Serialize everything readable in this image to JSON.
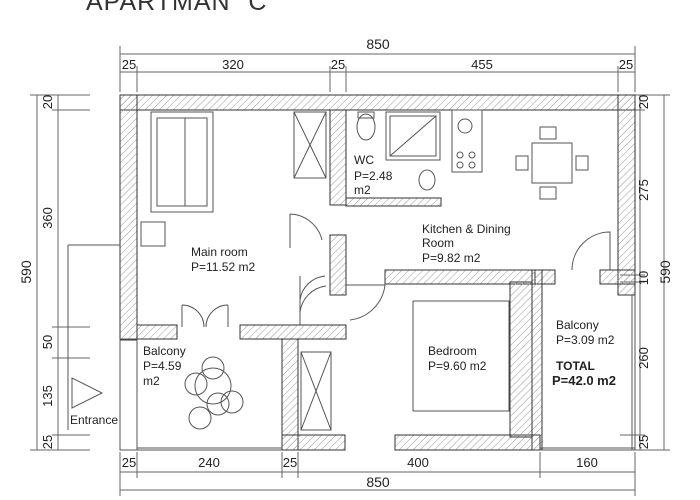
{
  "title": "APARTMAN \"C\"",
  "dims": {
    "top_total": "850",
    "top_segments": [
      "25",
      "320",
      "25",
      "455",
      "25"
    ],
    "bottom_total": "850",
    "bottom_segments": [
      "25",
      "240",
      "25",
      "400",
      "160"
    ],
    "left_total": "590",
    "left_segments": [
      "20",
      "360",
      "50",
      "135",
      "25"
    ],
    "right_total": "590",
    "right_segments": [
      "20",
      "275",
      "10",
      "260",
      "25"
    ]
  },
  "rooms": {
    "wc": {
      "name": "WC",
      "area_line1": "P=2.48",
      "area_line2": "m2"
    },
    "main": {
      "name": "Main room",
      "area": "P=11.52 m2"
    },
    "kitchen": {
      "name_line1": "Kitchen & Dining",
      "name_line2": "Room",
      "area": "P=9.82 m2"
    },
    "balcony_left": {
      "name": "Balcony",
      "area_line1": "P=4.59",
      "area_line2": "m2"
    },
    "bedroom": {
      "name": "Bedroom",
      "area": "P=9.60 m2"
    },
    "balcony_right": {
      "name": "Balcony",
      "area": "P=3.09 m2"
    }
  },
  "total": {
    "label": "TOTAL",
    "value": "P=42.0 m2"
  },
  "entrance": "Entrance"
}
